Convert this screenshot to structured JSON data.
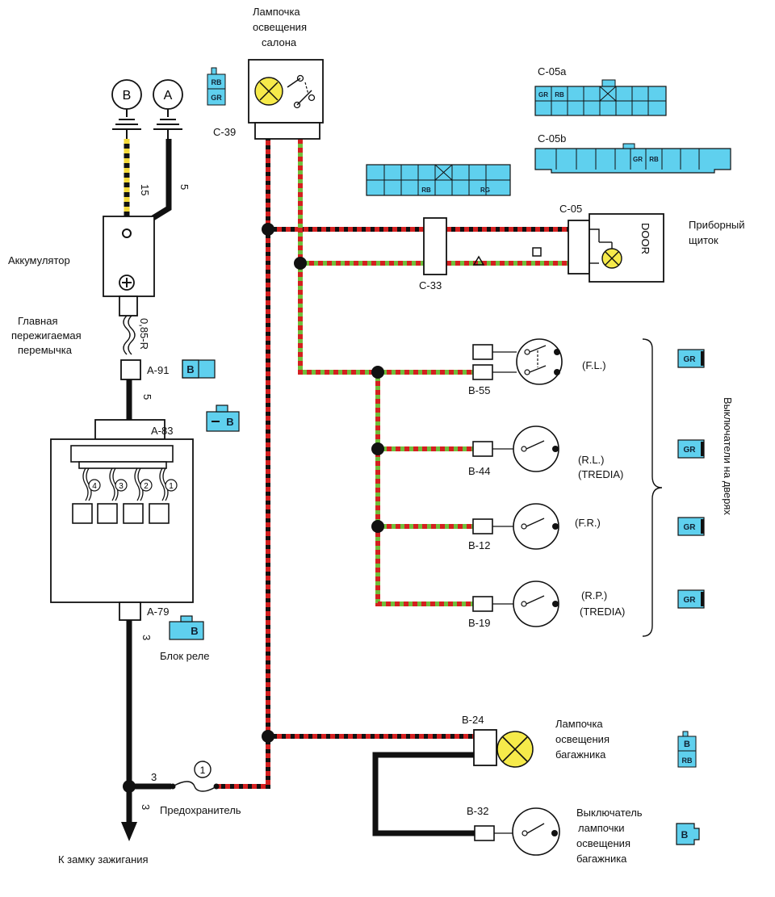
{
  "colors": {
    "wire_red": "#d42020",
    "wire_black": "#111111",
    "wire_yellow": "#f2d93a",
    "wire_green": "#6fbf3c",
    "lamp_yellow": "#f6ea4a",
    "connector_blue": "#5fd0ee"
  },
  "labels": {
    "salon_lamp": [
      "Лампочка",
      "освещения",
      "салона"
    ],
    "c39": "C-39",
    "terminal_b": "B",
    "terminal_a": "A",
    "wire_15": "15",
    "wire_5_top": "5",
    "battery": "Аккумулятор",
    "fusible_link": [
      "Главная",
      "пережигаемая",
      "перемычка"
    ],
    "wire_085r": "0,85-R",
    "a91": "A-91",
    "wire_5_mid": "5",
    "a83": "A-83",
    "a79": "A-79",
    "wire_3_top": "3",
    "relay_block": "Блок реле",
    "wire_3_mid": "3",
    "wire_3_low": "3",
    "fuse": "Предохранитель",
    "fuse_number": "1",
    "to_ignition": "К замку зажигания",
    "c05a": "C-05a",
    "c05b": "C-05b",
    "c05": "C-05",
    "c33": "C-33",
    "door": "DOOR",
    "instrument_panel": [
      "Приборный",
      "щиток"
    ],
    "b55": "B-55",
    "fl": "(F.L.)",
    "b44": "B-44",
    "rl": [
      "(R.L.)",
      "(TREDIA)"
    ],
    "b12": "B-12",
    "fr": "(F.R.)",
    "b19": "B-19",
    "rp": [
      "(R.P.)",
      "(TREDIA)"
    ],
    "door_switches": "Выключатели на дверях",
    "b24": "B-24",
    "trunk_lamp": [
      "Лампочка",
      "освещения",
      "багажника"
    ],
    "b32": "B-32",
    "trunk_switch": [
      "Выключатель",
      "лампочки",
      "освещения",
      "багажника"
    ],
    "fuse_slots": [
      "4",
      "3",
      "2",
      "1"
    ]
  },
  "connector_codes": {
    "c39_top": "RB",
    "c39_bottom": "GR",
    "a91": "B",
    "a83": "B",
    "a79": "B",
    "gr": "GR",
    "b24_top": "B",
    "b24_bottom": "RB",
    "b32": "B",
    "c05a_1": "GR",
    "c05a_2": "RB",
    "c05b_1": "GR",
    "c05b_2": "RB",
    "c05_1": "RB",
    "c05_2": "RG"
  }
}
